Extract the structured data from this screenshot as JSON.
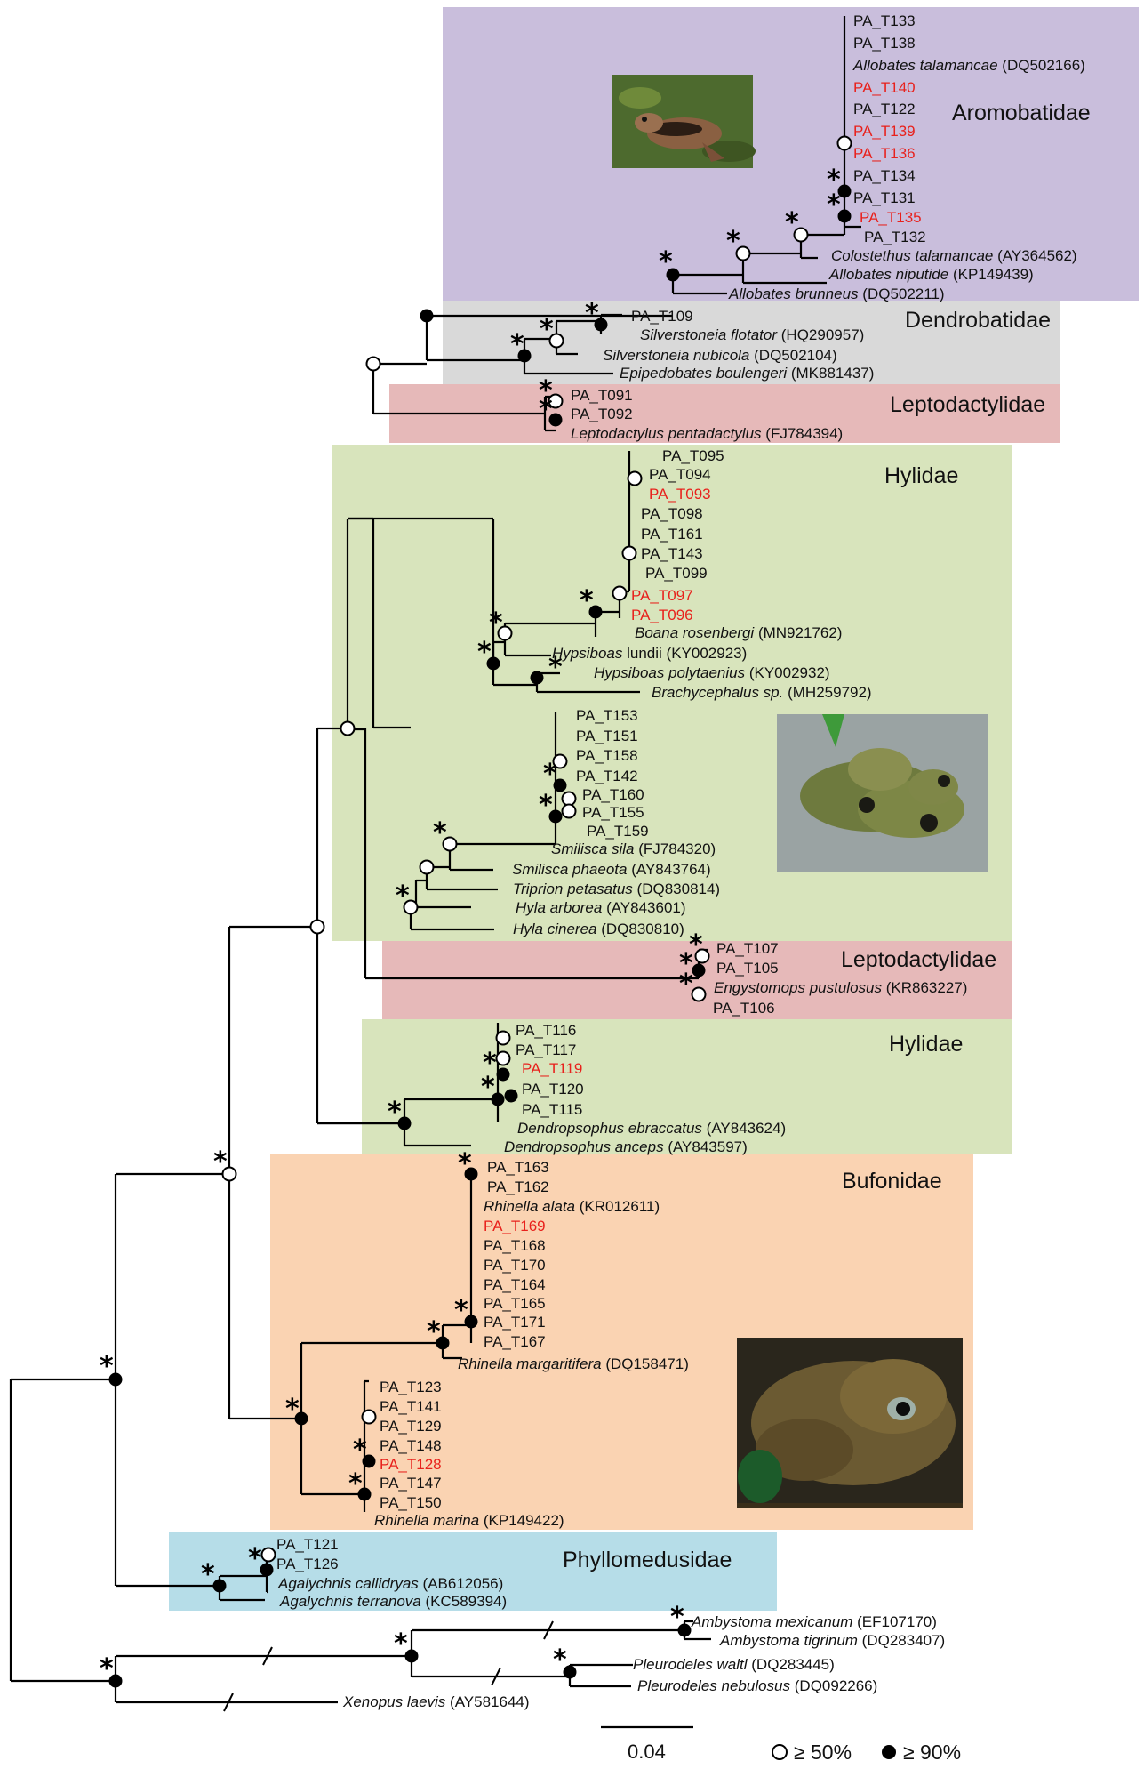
{
  "families": {
    "aromobatidae": "Aromobatidae",
    "dendrobatidae": "Dendrobatidae",
    "leptodactylidae_1": "Leptodactylidae",
    "hylidae_1": "Hylidae",
    "leptodactylidae_2": "Leptodactylidae",
    "hylidae_2": "Hylidae",
    "bufonidae": "Bufonidae",
    "phyllomedusidae": "Phyllomedusidae"
  },
  "colors": {
    "aromobatidae": "#c9bedc",
    "dendrobatidae": "#d9d9d9",
    "leptodactylidae": "#e6b9b9",
    "hylidae": "#d8e4bc",
    "bufonidae": "#fad3b2",
    "phyllomedusidae": "#b6dde8",
    "highlight_text": "#e8211c"
  },
  "tips": {
    "t133": "PA_T133",
    "t138": "PA_T138",
    "a_talamancae_sp": "Allobates talamancae",
    "a_talamancae_acc": "(DQ502166)",
    "t140": "PA_T140",
    "t122": "PA_T122",
    "t139": "PA_T139",
    "t136": "PA_T136",
    "t134": "PA_T134",
    "t131": "PA_T131",
    "t135": "PA_T135",
    "t132": "PA_T132",
    "c_talamancae_sp": "Colostethus talamancae",
    "c_talamancae_acc": "(AY364562)",
    "a_niputide_sp": "Allobates niputide",
    "a_niputide_acc": "(KP149439)",
    "a_brunneus_sp": "Allobates brunneus",
    "a_brunneus_acc": "(DQ502211)",
    "t109": "PA_T109",
    "s_flotator_sp": "Silverstoneia flotator",
    "s_flotator_acc": "(HQ290957)",
    "s_nubicola_sp": "Silverstoneia nubicola",
    "s_nubicola_acc": "(DQ502104)",
    "e_boulengeri_sp": "Epipedobates boulengeri",
    "e_boulengeri_acc": "(MK881437)",
    "t091": "PA_T091",
    "t092": "PA_T092",
    "l_pentadactylus_sp": "Leptodactylus pentadactylus",
    "l_pentadactylus_acc": "(FJ784394)",
    "t095": "PA_T095",
    "t094": "PA_T094",
    "t093": "PA_T093",
    "t098": "PA_T098",
    "t161": "PA_T161",
    "t143": "PA_T143",
    "t099": "PA_T099",
    "t097": "PA_T097",
    "t096": "PA_T096",
    "b_rosenbergi_sp": "Boana rosenbergi",
    "b_rosenbergi_acc": "(MN921762)",
    "h_lundii_sp": "Hypsiboas",
    "h_lundii_sp2": "lundii",
    "h_lundii_acc": "(KY002923)",
    "h_polytaenius_sp": "Hypsiboas polytaenius",
    "h_polytaenius_acc": "(KY002932)",
    "brachycephalus_sp": "Brachycephalus sp.",
    "brachycephalus_acc": "(MH259792)",
    "t153": "PA_T153",
    "t151": "PA_T151",
    "t158": "PA_T158",
    "t142": "PA_T142",
    "t160": "PA_T160",
    "t155": "PA_T155",
    "t159": "PA_T159",
    "s_sila_sp": "Smilisca sila",
    "s_sila_acc": "(FJ784320)",
    "s_phaeota_sp": "Smilisca phaeota",
    "s_phaeota_acc": "(AY843764)",
    "t_petasatus_sp": "Triprion petasatus",
    "t_petasatus_acc": "(DQ830814)",
    "h_arborea_sp": "Hyla arborea",
    "h_arborea_acc": "(AY843601)",
    "h_cinerea_sp": "Hyla cinerea",
    "h_cinerea_acc": "(DQ830810)",
    "t107": "PA_T107",
    "t105": "PA_T105",
    "e_pustulosus_sp": "Engystomops pustulosus",
    "e_pustulosus_acc": "(KR863227)",
    "t106": "PA_T106",
    "t116": "PA_T116",
    "t117": "PA_T117",
    "t119": "PA_T119",
    "t120": "PA_T120",
    "t115": "PA_T115",
    "d_ebraccatus_sp": "Dendropsophus ebraccatus",
    "d_ebraccatus_acc": "(AY843624)",
    "d_anceps_sp": "Dendropsophus anceps",
    "d_anceps_acc": "(AY843597)",
    "t163": "PA_T163",
    "t162": "PA_T162",
    "r_alata_sp": "Rhinella alata",
    "r_alata_acc": "(KR012611)",
    "t169": "PA_T169",
    "t168": "PA_T168",
    "t170": "PA_T170",
    "t164": "PA_T164",
    "t165": "PA_T165",
    "t171": "PA_T171",
    "t167": "PA_T167",
    "r_margaritifera_sp": "Rhinella margaritifera",
    "r_margaritifera_acc": "(DQ158471)",
    "t123": "PA_T123",
    "t141": "PA_T141",
    "t129": "PA_T129",
    "t148": "PA_T148",
    "t128": "PA_T128",
    "t147": "PA_T147",
    "t150": "PA_T150",
    "r_marina_sp": "Rhinella marina",
    "r_marina_acc": "(KP149422)",
    "t121": "PA_T121",
    "t126": "PA_T126",
    "a_callidryas_sp": "Agalychnis callidryas",
    "a_callidryas_acc": "(AB612056)",
    "a_terranova_sp": "Agalychnis terranova",
    "a_terranova_acc": "(KC589394)",
    "a_mexicanum_sp": "Ambystoma mexicanum",
    "a_mexicanum_acc": "(EF107170)",
    "a_tigrinum_sp": "Ambystoma tigrinum",
    "a_tigrinum_acc": "(DQ283407)",
    "p_waltl_sp": "Pleurodeles waltl",
    "p_waltl_acc": "(DQ283445)",
    "p_nebulosus_sp": "Pleurodeles nebulosus",
    "p_nebulosus_acc": "(DQ092266)",
    "x_laevis_sp": "Xenopus laevis",
    "x_laevis_acc": "(AY581644)"
  },
  "support_marker": "*",
  "scale_bar": {
    "label": "0.04"
  },
  "legend": {
    "open": "≥ 50%",
    "filled": "≥ 90%"
  }
}
